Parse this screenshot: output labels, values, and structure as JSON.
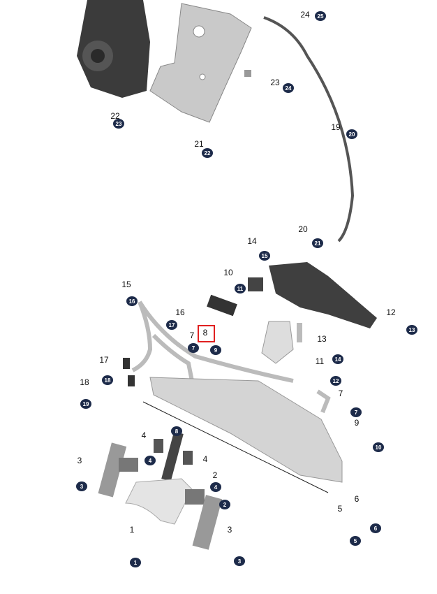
{
  "diagram": {
    "callouts": [
      "24",
      "23",
      "22",
      "21",
      "19",
      "20",
      "14",
      "10",
      "12",
      "15",
      "16",
      "7",
      "8",
      "13",
      "11",
      "17",
      "18",
      "7",
      "9",
      "4",
      "4",
      "3",
      "2",
      "1",
      "3",
      "5",
      "6"
    ],
    "badges": [
      "25",
      "24",
      "23",
      "22",
      "20",
      "21",
      "15",
      "11",
      "13",
      "16",
      "17",
      "7",
      "9",
      "14",
      "18",
      "19",
      "12",
      "7",
      "10",
      "8",
      "4",
      "3",
      "4",
      "2",
      "6",
      "5",
      "1",
      "3"
    ],
    "highlighted_callout": "8",
    "colors": {
      "badge": "#1d2b4a",
      "highlight": "#e02020",
      "part_light": "#d8d8d8",
      "part_dark": "#3a3a3a"
    }
  }
}
